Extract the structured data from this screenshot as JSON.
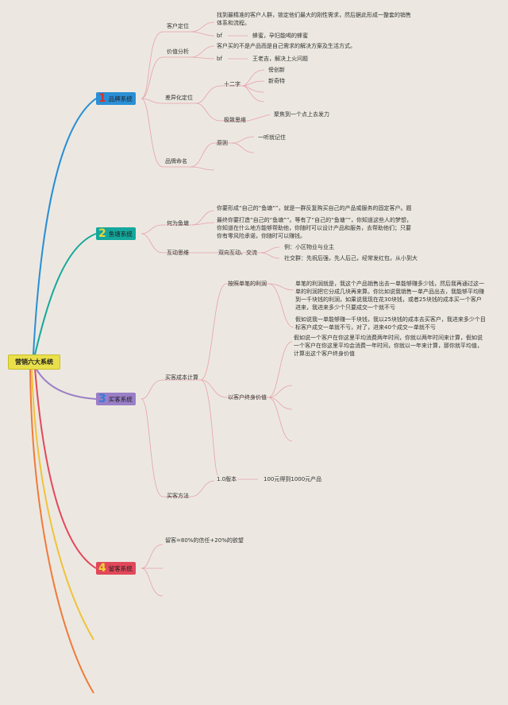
{
  "root": {
    "label": "营销六大系统"
  },
  "systems": [
    {
      "num": "1",
      "label": "品牌系统",
      "color": "#2a8fd6",
      "num_color": "#d8342c"
    },
    {
      "num": "2",
      "label": "鱼塘系统",
      "color": "#14a89c",
      "num_color": "#f0d33a"
    },
    {
      "num": "3",
      "label": "买客系统",
      "color": "#9a7fc8",
      "num_color": "#2f7ed8"
    },
    {
      "num": "4",
      "label": "留客系统",
      "color": "#e2485a",
      "num_color": "#f0d33a"
    }
  ],
  "brand": {
    "customer_position": "客户定位",
    "customer_position_text": "找到最精准的客户人群，锁定他们最大的刚性需求，然后据此形成一整套的销售体系和流程。",
    "bf1": "bf",
    "bf1_value": "蜂蜜，孕妇能喝的蜂蜜",
    "value_analysis": "价值分析",
    "value_text": "客户买的不是产品而是自己需求的解决方案及生活方式。",
    "bf2": "bf",
    "bf2_value": "王老吉，解决上火问题",
    "diff_position": "差异化定位",
    "twelve_words": "十二字",
    "new_innovation": "傍创新",
    "new_strange": "新奇特",
    "extreme_thinking": "极致思维",
    "focus_point": "聚焦到一个点上去发力",
    "brand_naming": "品牌命名",
    "principle": "原则",
    "remember": "一听就记住"
  },
  "pond": {
    "why_pond": "何为鱼塘",
    "pond_text1": "你要形成“自己的“鱼塘””，就是一群反复购买自己的产品或服务的固定客户。题",
    "pond_text2": "最终你要打造“自己的“鱼塘””。等有了“自己的“鱼塘””，你知道这些人的梦想，你知道在什么地方能够帮助他，你随时可以设计产品和服务，去帮助他们；只要你有零风险承诺，你随时可以赚钱。",
    "interaction": "互动思维",
    "two_way": "双向互动、交流",
    "example": "例：小区物业与业主",
    "social": "社交群：先祝后强，先人后己，经常发红包，从小到大"
  },
  "buy": {
    "cost_calc": "买客成本计算",
    "single_profit": "按照单笔的利润",
    "single_text1": "单笔的利润就是，我这个产品销售出去一单能够赚多少钱，然后我再通过这一单的利润把它分成几块再来算。你比如说我销售一单产品出去，我能够平均赚到一千块钱的利润，如果说我现在花30块钱，或者25块钱的成本买一个客户进来，我进来多少个只要成交一个就不亏",
    "single_text2": "假如说我一单能够赚一千块钱，我以25块钱的成本去买客户，我进来多少个目标客户成交一单就不亏，对了，进来40个成交一单就不亏",
    "lifetime_value": "以客户终身价值",
    "lifetime_text": "假如说一个客户在你这里平均消费两年时间，你就以两年时间来计算，假如说一个客户在你这里平均会消费一年时间，你就以一年来计算，那你就平均值，计算出这个客户终身价值",
    "buy_method": "买客方法",
    "version": "1.0版本",
    "version_text": "100元得到1000元产品"
  },
  "retain": {
    "formula": "留客=80%的信任+20%的欲望"
  }
}
